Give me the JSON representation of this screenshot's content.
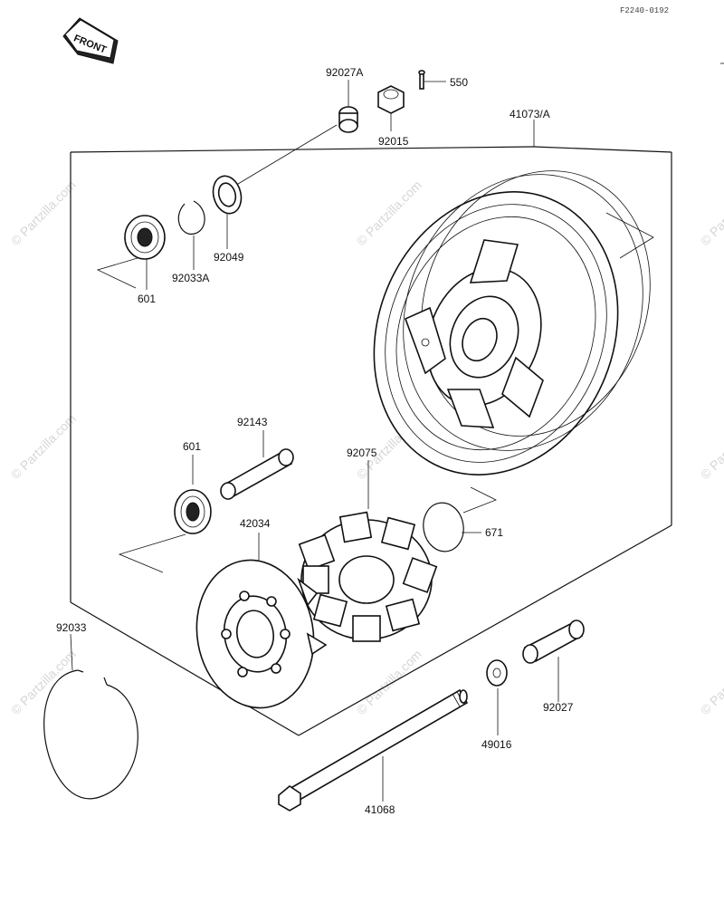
{
  "diagram": {
    "code": "F2240-0192",
    "front_label": "FRONT",
    "watermark": "© Partzilla.com",
    "parts": {
      "p92027A": "92027A",
      "p550": "550",
      "p92015": "92015",
      "p41073A": "41073/A",
      "p92049": "92049",
      "p92033A": "92033A",
      "p601_top": "601",
      "p92143": "92143",
      "p601_mid": "601",
      "p92075": "92075",
      "p42034": "42034",
      "p671": "671",
      "p92033": "92033",
      "p49016": "49016",
      "p92027": "92027",
      "p41068": "41068"
    }
  }
}
